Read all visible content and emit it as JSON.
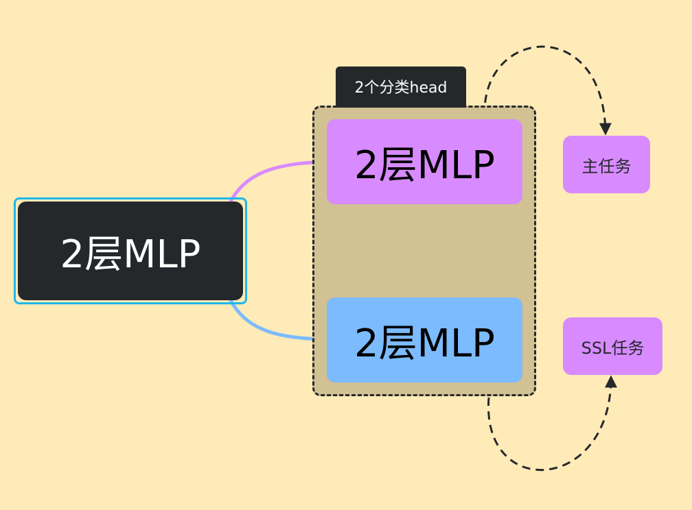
{
  "root": {
    "label": "2层MLP"
  },
  "group": {
    "label": "2个分类head"
  },
  "heads": [
    {
      "label": "2层MLP",
      "color": "#D88BFF"
    },
    {
      "label": "2层MLP",
      "color": "#7CBBFD"
    }
  ],
  "tasks": [
    {
      "label": "主任务",
      "color": "#D88BFF"
    },
    {
      "label": "SSL任务",
      "color": "#D88BFF"
    }
  ],
  "colors": {
    "background": "#FFEBB8",
    "dark_node": "#25282B",
    "selection_outline": "#1CB8EA",
    "group_fill": "#D2C193"
  }
}
